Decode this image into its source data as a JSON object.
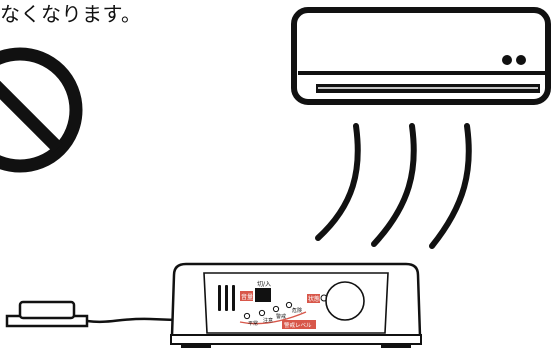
{
  "caption": {
    "text": "なくなります。"
  },
  "device": {
    "switch_label": "切/入",
    "volume_label": "音量",
    "status_label": "状態",
    "levels": [
      "平常",
      "注意",
      "警戒",
      "危険"
    ],
    "alarm_level_label": "警戒レベル"
  },
  "colors": {
    "ink": "#111111",
    "accent_red": "#d8574a",
    "panel_fill": "#ffffff"
  },
  "icons": {
    "prohibition": "prohibition-icon",
    "air_conditioner": "air-conditioner-icon",
    "airflow": "airflow-icon",
    "sensor": "sensor-icon",
    "device": "alarm-device-icon"
  }
}
